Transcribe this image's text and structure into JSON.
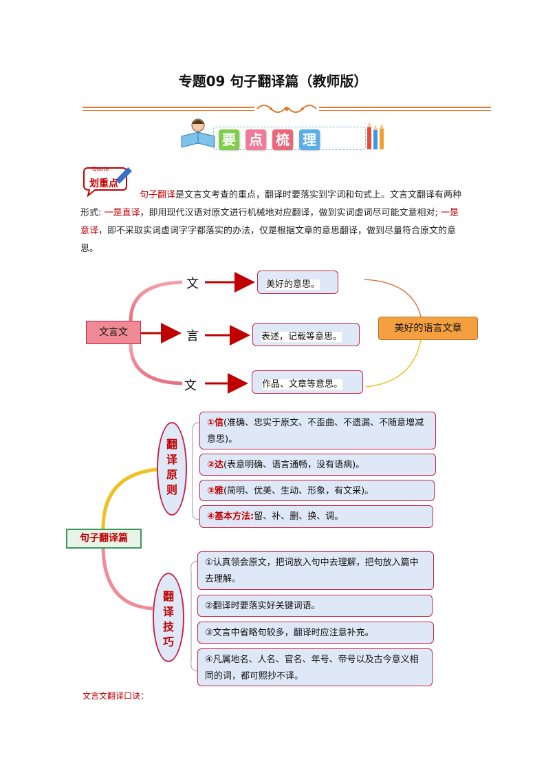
{
  "title": "专题09 句子翻译篇（教师版）",
  "banner": {
    "tiles": [
      "要",
      "点",
      "梳",
      "理"
    ],
    "tile_colors": [
      "#7fcf4a",
      "#f07a9a",
      "#e9677a",
      "#5aaee8"
    ]
  },
  "highlight": {
    "badge_top": "Quote",
    "badge_main": "划重点",
    "term": "句子翻译",
    "text1": "是文言文考查的重点，翻译时要落实到字词和句式上。文言文翻译有两种形式: ",
    "direct": "一是直译",
    "text2": "，即用现代汉语对原文进行机械地对应翻译，做到实词虚词尽可能文意相对; ",
    "free": "一是意译",
    "text3": "，即不采取实词虚词字字都落实的办法，仅是根据文章的意思翻译，做到尽量符合原文的意思。"
  },
  "diagram1": {
    "source": "文言文",
    "chars": [
      "文",
      "言",
      "文"
    ],
    "meanings": [
      "美好的意思。",
      "表述，记载等意思。",
      "作品、文章等意思。"
    ],
    "result": "美好的语言文章"
  },
  "diagram2": {
    "root": "句子翻译篇",
    "principles": {
      "title": "翻译原则",
      "items": [
        {
          "label": "①信",
          "text": "(准确、忠实于原文、不歪曲、不遗漏、不随意增减意思)。"
        },
        {
          "label": "②达",
          "text": "(表意明确、语言通畅，没有语病)。"
        },
        {
          "label": "③雅",
          "text": "(简明、优美、生动、形象，有文采)。"
        },
        {
          "label": "④基本方法:",
          "text": "留、补、删、换、调。"
        }
      ]
    },
    "techniques": {
      "title": "翻译技巧",
      "items": [
        "①认真领会原文，把词放入句中去理解，把句放入篇中去理解。",
        "②翻译时要落实好关键词语。",
        "③文言中省略句较多，翻译时应注意补充。",
        "④凡属地名、人名、官名、年号、帝号以及古今意义相同的词，都可照抄不译。"
      ]
    }
  },
  "footer_note": "文言文翻译口诀："
}
